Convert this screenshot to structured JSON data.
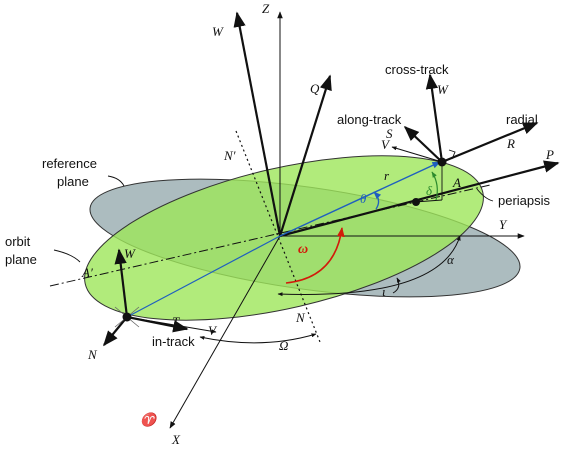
{
  "labels": {
    "reference_plane": [
      "reference",
      "plane"
    ],
    "orbit_plane": [
      "orbit",
      "plane"
    ],
    "cross_track": "cross-track",
    "along_track": "along-track",
    "radial": "radial",
    "periapsis": "periapsis",
    "in_track": "in-track"
  },
  "symbols": {
    "Z": "Z",
    "W_top": "W",
    "Q": "Q",
    "W_sat": "W",
    "S": "S",
    "V_sat": "V",
    "R": "R",
    "P": "P",
    "N_prime": "N′",
    "r": "r",
    "theta": "θ",
    "delta": "δ",
    "A": "A",
    "Y": "Y",
    "omega": "ω",
    "alpha": "α",
    "iota": "ι",
    "A_prime": "A′",
    "W_low": "W",
    "T": "T",
    "V_low": "V",
    "N_low": "N",
    "N_node": "N",
    "Omega": "Ω",
    "aries": "♈",
    "X": "X"
  },
  "colors": {
    "reference_plane_fill": "#9eb0b4",
    "orbit_plane_fill": "#9ee65a",
    "radius_vector": "#1f5fbf",
    "omega_arc": "#d21a0a",
    "delta_mark": "#2e8b2e"
  }
}
